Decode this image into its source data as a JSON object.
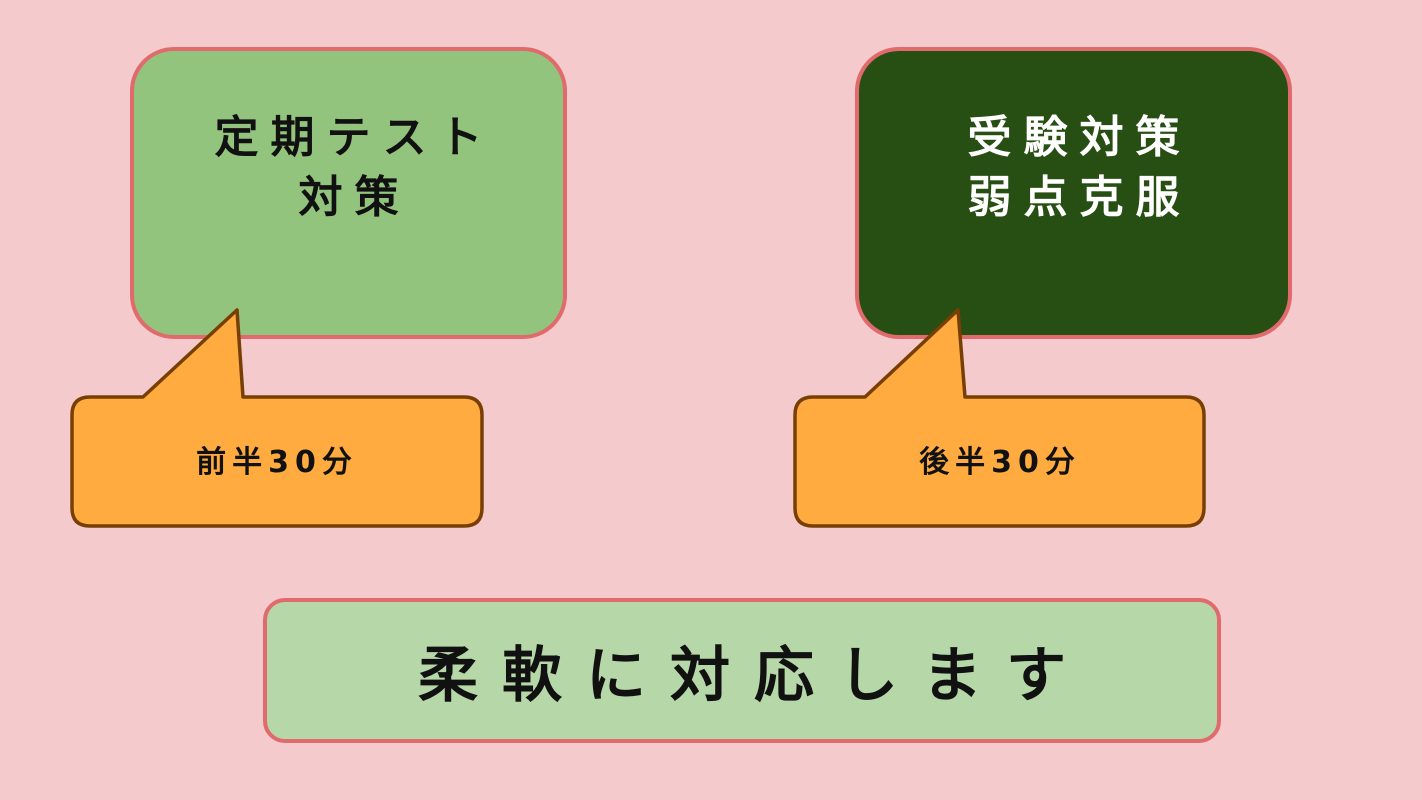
{
  "colors": {
    "background": "#f4cacc",
    "box_left": "#93c47d",
    "box_right": "#274e13",
    "box_border": "#e06a6c",
    "callout_fill": "#ffab40",
    "callout_border": "#783f04",
    "bottom_box": "#b6d7a8"
  },
  "left": {
    "title_lines": [
      "定期テスト",
      "対策"
    ],
    "callout": "前半30分"
  },
  "right": {
    "title_lines": [
      "受験対策",
      "弱点克服"
    ],
    "callout": "後半30分"
  },
  "bottom": {
    "text": "柔軟に対応します"
  }
}
